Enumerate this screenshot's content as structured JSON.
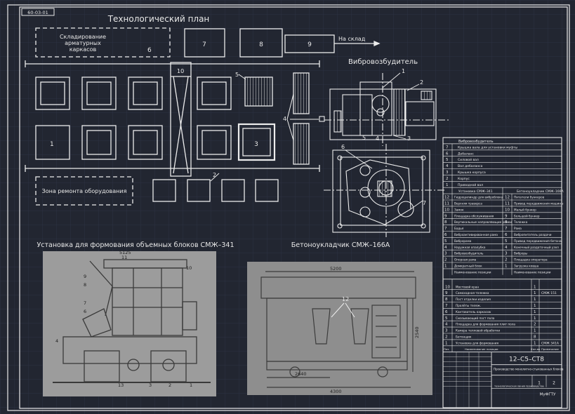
{
  "drawing": {
    "corner_code": "60-03-01",
    "plan_title": "Технологический план",
    "storage_label": [
      "Складирование",
      "арматурных",
      "каркасов"
    ],
    "storage_number": "6",
    "box_numbers": {
      "n7": "7",
      "n8": "8",
      "n9": "9",
      "n10": "10",
      "n1": "1",
      "n3": "3",
      "n5": "5",
      "n4": "4",
      "n2": "2"
    },
    "to_warehouse": "На склад",
    "repair_zone": "Зона ремонта оборудования",
    "vibro_title": "Вибровозбудитель",
    "vibro_callouts": [
      "1",
      "2",
      "3",
      "4",
      "5",
      "6",
      "7"
    ],
    "smzh341_title": "Установка для формования объемных блоков СМЖ–341",
    "smzh166_title": "Бетоноукладчик СМЖ–166А",
    "dims_166": {
      "top": "5200",
      "bottom1": "2640",
      "bottom2": "4300",
      "side": "2540"
    },
    "callout_166": "12",
    "left_photo_dim": "5125",
    "left_photo_callouts": [
      "11",
      "9",
      "8",
      "7",
      "6",
      "4",
      "10",
      "13",
      "3",
      "2",
      "1"
    ]
  },
  "spec_vibro": {
    "header": "Вибровозбудитель",
    "rows": [
      {
        "no": "7",
        "name": "Крышка вала для установки муфты"
      },
      {
        "no": "6",
        "name": "Дебаланс"
      },
      {
        "no": "5",
        "name": "Силовой вал"
      },
      {
        "no": "4",
        "name": "Вал дебаланса"
      },
      {
        "no": "3",
        "name": "Крышка корпуса"
      },
      {
        "no": "2",
        "name": "Корпус"
      },
      {
        "no": "1",
        "name": "Приводной вал"
      }
    ]
  },
  "spec_main": {
    "header_left": "Установка СМЖ–341",
    "header_right": "Бетоноукладчик СМЖ–166А",
    "rows": [
      {
        "l_no": "12",
        "l_name": "Гидроцилиндр для виброблока",
        "r_no": "12",
        "r_name": "Питатели бункеров"
      },
      {
        "l_no": "11",
        "l_name": "Верхняя траверса",
        "r_no": "11",
        "r_name": "Привод передвижения машины"
      },
      {
        "l_no": "10",
        "l_name": "Замок",
        "r_no": "10",
        "r_name": "Малый бункер"
      },
      {
        "l_no": "9",
        "l_name": "Площадка обслуживания",
        "r_no": "9",
        "r_name": "Большой бункер"
      },
      {
        "l_no": "8",
        "l_name": "Вертикальные направляющие рамки",
        "r_no": "8",
        "r_name": "Тележка"
      },
      {
        "l_no": "7",
        "l_name": "Бадья",
        "r_no": "7",
        "r_name": "Рама"
      },
      {
        "l_no": "6",
        "l_name": "Виброактивированная рама",
        "r_no": "6",
        "r_name": "Вибропитатель раздачи"
      },
      {
        "l_no": "5",
        "l_name": "Виброрама",
        "r_no": "5",
        "r_name": "Привод передвижения бетона"
      },
      {
        "l_no": "4",
        "l_name": "Наружная опалубка",
        "r_no": "4",
        "r_name": "Конечный раздаточный узел"
      },
      {
        "l_no": "3",
        "l_name": "Вибровозбудитель",
        "r_no": "3",
        "r_name": "Виброры"
      },
      {
        "l_no": "2",
        "l_name": "Опорная рама",
        "r_no": "2",
        "r_name": "Площадка оператора"
      },
      {
        "l_no": "1",
        "l_name": "Домкратный блок",
        "r_no": "1",
        "r_name": "Загрузка ковша"
      }
    ],
    "footer_left": "Наименование позиции",
    "footer_right": "Наименование позиции"
  },
  "spec_equipment": {
    "rows": [
      {
        "no": "10",
        "name": "Мостовой кран",
        "qty": "1",
        "mark": ""
      },
      {
        "no": "9",
        "name": "Самоходная тележка",
        "qty": "1",
        "mark": "СМЖ 151"
      },
      {
        "no": "8",
        "name": "Пост отделки изделия",
        "qty": "1",
        "mark": ""
      },
      {
        "no": "7",
        "name": "Пролёты тележ.",
        "qty": "1",
        "mark": ""
      },
      {
        "no": "6",
        "name": "Кантователь каркасов",
        "qty": "1",
        "mark": ""
      },
      {
        "no": "5",
        "name": "Смазывающий пост пола",
        "qty": "1",
        "mark": ""
      },
      {
        "no": "4",
        "name": "Площадка для формования плит пола",
        "qty": "2",
        "mark": ""
      },
      {
        "no": "3",
        "name": "Камера тепловой обработки",
        "qty": "1",
        "mark": ""
      },
      {
        "no": "2",
        "name": "Бетонщик",
        "qty": "8",
        "mark": ""
      },
      {
        "no": "1",
        "name": "Установка для формования",
        "qty": "1",
        "mark": "СМЖ 341А"
      }
    ],
    "footer": [
      "Поз.",
      "Наименование позиции",
      "Кол-во",
      "Примечание"
    ]
  },
  "title_block": {
    "code": "12–С5–СТ8",
    "description": "Производство монолитно-стыкованных блоков",
    "subtitle": "технологическая линия производства",
    "sheet": "1",
    "sheets": "2",
    "org": "МуФГТУ"
  },
  "colors": {
    "background": "#222631",
    "grid": "#2b3040",
    "line": "#e9e9e9",
    "photo": "#9a9a9a"
  }
}
